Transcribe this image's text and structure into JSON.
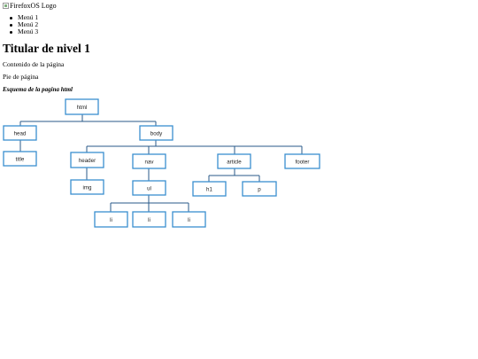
{
  "logo": {
    "alt": "FirefoxOS Logo",
    "icon": "broken-image-icon"
  },
  "menu": [
    "Menú 1",
    "Menú 2",
    "Menú 3"
  ],
  "heading": "Titular de nivel 1",
  "content": "Contenido de la página",
  "footer": "Pie de página",
  "caption": "Esquema de la pagina html",
  "diagram": {
    "html": "html",
    "head": "head",
    "title": "title",
    "body": "body",
    "header": "header",
    "img": "img",
    "nav": "nav",
    "ul": "ul",
    "li1": "li",
    "li2": "li",
    "li3": "li",
    "article": "article",
    "h1": "h1",
    "p": "p",
    "footer": "footer"
  }
}
